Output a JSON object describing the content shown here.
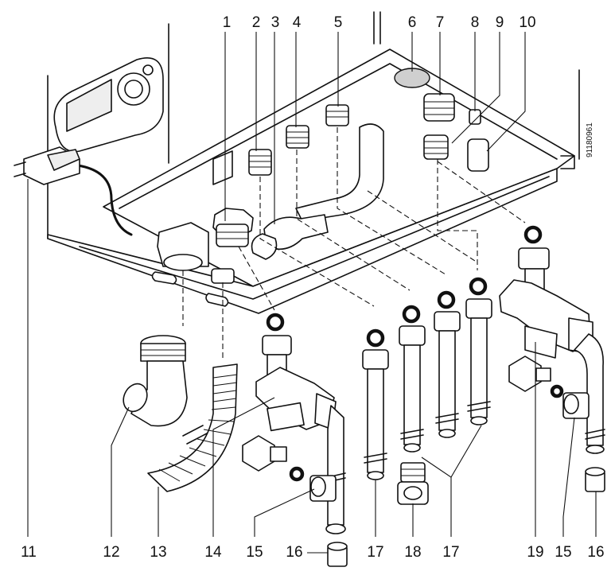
{
  "labels_top": [
    "1",
    "2",
    "3",
    "4",
    "5",
    "6",
    "7",
    "8",
    "9",
    "10"
  ],
  "labels_bottom": [
    "11",
    "12",
    "13",
    "14",
    "15",
    "16",
    "17",
    "18",
    "17",
    "19",
    "15",
    "16"
  ],
  "reference_code": "91180961"
}
